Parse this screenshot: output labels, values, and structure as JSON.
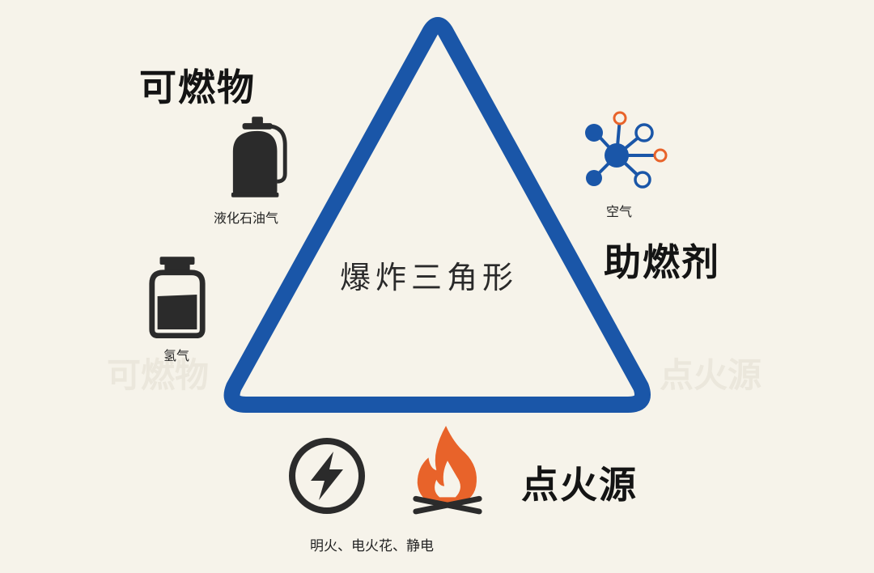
{
  "center_title": "爆炸三角形",
  "fuel": {
    "heading": "可燃物",
    "items": [
      {
        "label": "液化石油气",
        "icon": "gas-cylinder-icon"
      },
      {
        "label": "氢气",
        "icon": "gas-bottle-icon"
      }
    ]
  },
  "oxidizer": {
    "heading": "助燃剂",
    "items": [
      {
        "label": "空气",
        "icon": "molecule-icon"
      }
    ]
  },
  "ignition": {
    "heading": "点火源",
    "caption": "明火、电火花、静电",
    "icons": [
      "lightning-icon",
      "fire-icon"
    ]
  },
  "colors": {
    "triangle": "#1a56a8",
    "dark_icon": "#2b2b2b",
    "flame_outer": "#e8632a",
    "molecule_blue": "#1a56a8",
    "molecule_orange": "#e8632a",
    "background": "#f6f3ea"
  }
}
